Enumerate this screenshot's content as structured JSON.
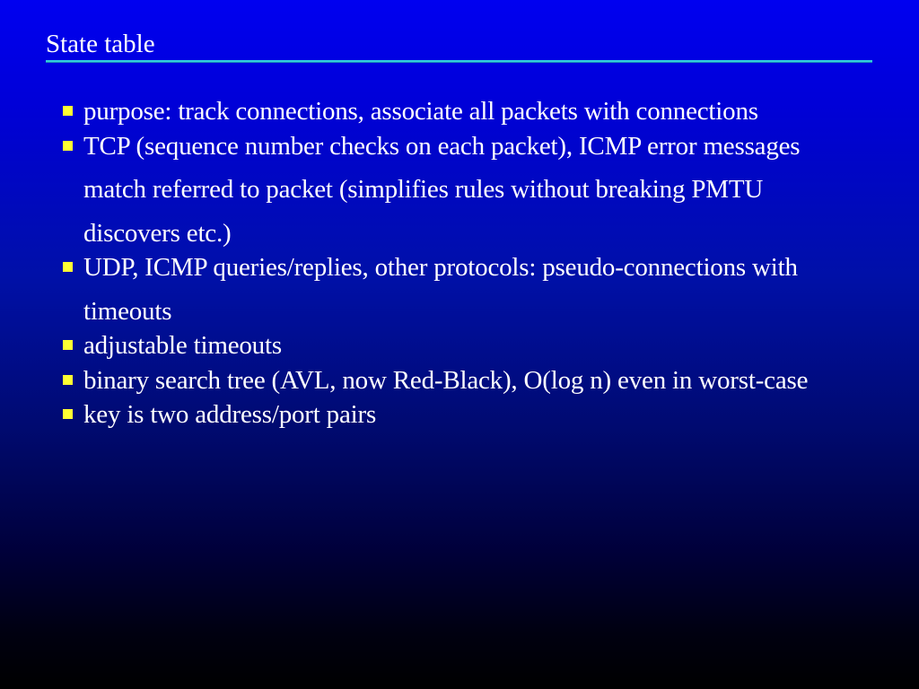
{
  "slide": {
    "title": "State table",
    "accent_colors": {
      "rule": "#33ccdd",
      "bullet": "#ffff33",
      "background_top": "#0000f0",
      "background_bottom": "#000000"
    },
    "bullets": [
      {
        "icon": "square-bullet-icon",
        "text": "purpose: track connections, associate all packets with connections"
      },
      {
        "icon": "square-bullet-icon",
        "text": "TCP (sequence number checks on each packet), ICMP error messages match referred to packet (simplifies rules without breaking PMTU discovers etc.)"
      },
      {
        "icon": "square-bullet-icon",
        "text": "UDP, ICMP queries/replies, other protocols: pseudo-connections with timeouts"
      },
      {
        "icon": "square-bullet-icon",
        "text": "adjustable timeouts"
      },
      {
        "icon": "square-bullet-icon",
        "text": "binary search tree (AVL, now Red-Black), O(log n) even in worst-case"
      },
      {
        "icon": "square-bullet-icon",
        "text": "key is two address/port pairs"
      }
    ]
  }
}
